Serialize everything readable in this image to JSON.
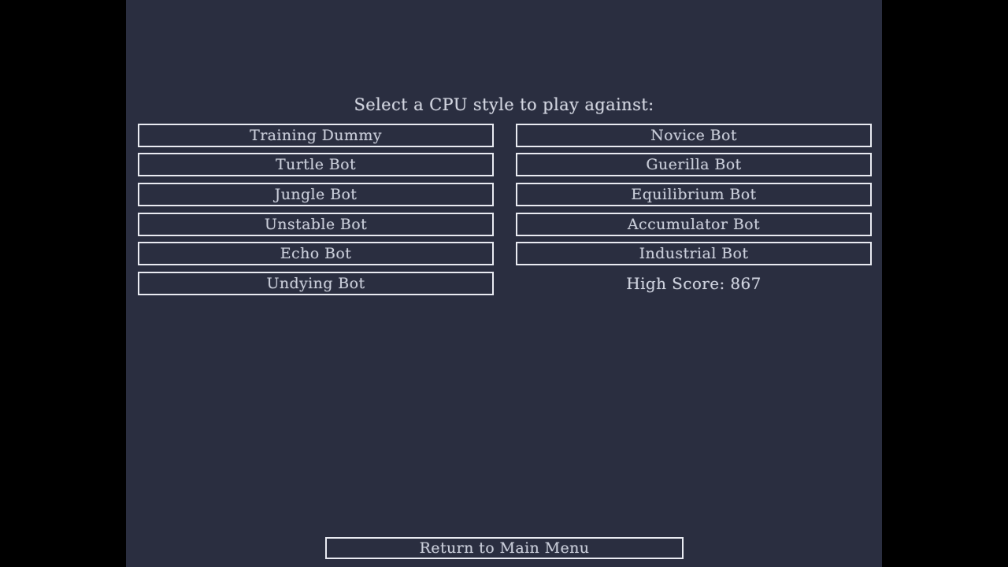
{
  "screen": {
    "title": "Select a CPU style to play against:"
  },
  "cpu_buttons": {
    "left": [
      "Training Dummy",
      "Turtle Bot",
      "Jungle Bot",
      "Unstable Bot",
      "Echo Bot",
      "Undying Bot"
    ],
    "right": [
      "Novice Bot",
      "Guerilla Bot",
      "Equilibrium Bot",
      "Accumulator Bot",
      "Industrial Bot"
    ]
  },
  "high_score": {
    "text": "High Score: 867",
    "value": 867
  },
  "footer": {
    "return_label": "Return to Main Menu"
  },
  "colors": {
    "letterbox": "#000000",
    "background": "#2a2e40",
    "button_border": "#e9ebf2",
    "button_text": "#c9cdd9",
    "title_text": "#d2d5e0"
  }
}
